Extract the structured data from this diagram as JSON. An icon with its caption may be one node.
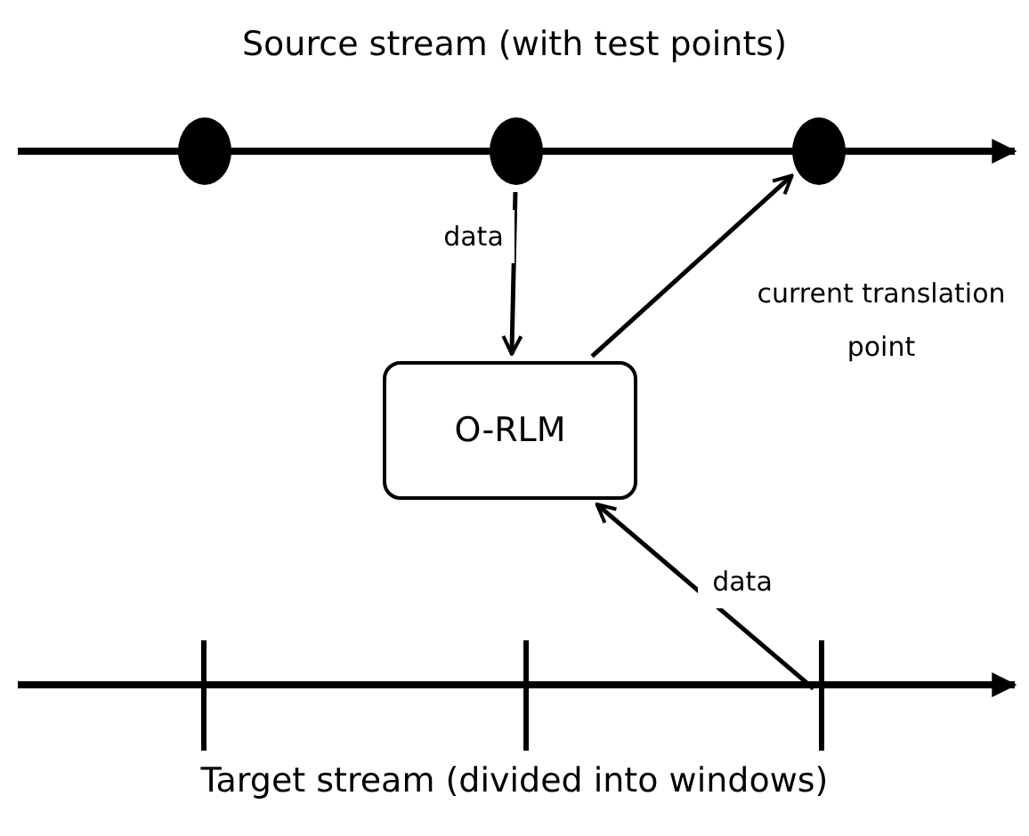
{
  "diagram": {
    "nodes": [
      {
        "text": [],
        "shape": "circle"
      },
      {
        "text": [],
        "shape": "circle"
      },
      {
        "text": [],
        "shape": "circle"
      },
      {
        "text": [
          "O-RLM"
        ]
      },
      {
        "text": [],
        "shape": "bar"
      },
      {
        "text": [],
        "shape": "bar"
      },
      {
        "text": [],
        "shape": "bar"
      }
    ],
    "edges": [
      {
        "from": 1,
        "to": 3,
        "arrow": "to",
        "label": "data"
      },
      {
        "from": 3,
        "to": 2,
        "arrow": "to",
        "label": "current translation point"
      },
      {
        "from": 6,
        "to": 3,
        "arrow": "to",
        "label": "data"
      }
    ],
    "labels": [
      "Source stream (with test points)",
      "Target stream (divided into windows)"
    ]
  }
}
